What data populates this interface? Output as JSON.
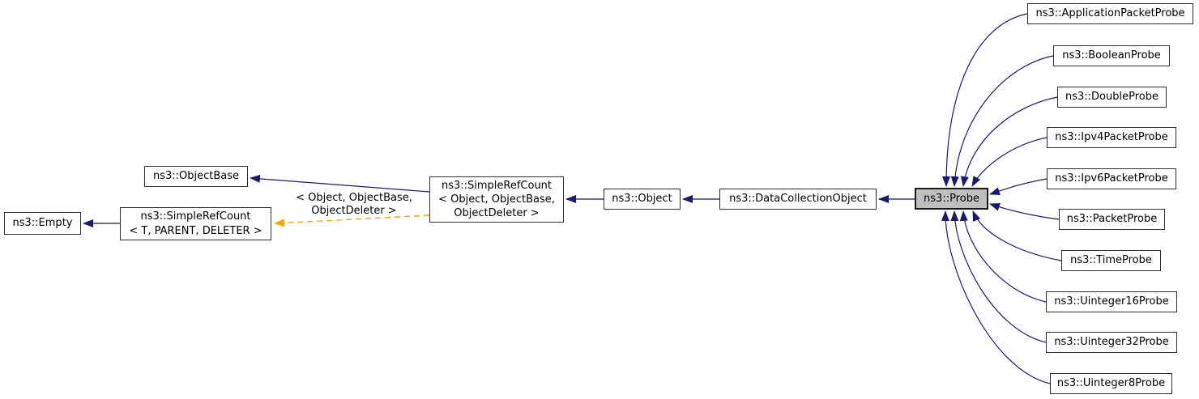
{
  "nodes": {
    "empty": {
      "label": "ns3::Empty"
    },
    "src_template": {
      "label": "ns3::SimpleRefCount\n< T, PARENT, DELETER >"
    },
    "objectbase": {
      "label": "ns3::ObjectBase"
    },
    "src_object": {
      "label": "ns3::SimpleRefCount\n< Object, ObjectBase,\nObjectDeleter >"
    },
    "object": {
      "label": "ns3::Object"
    },
    "datacollectionobject": {
      "label": "ns3::DataCollectionObject"
    },
    "probe": {
      "label": "ns3::Probe"
    },
    "applicationpacketprobe": {
      "label": "ns3::ApplicationPacketProbe"
    },
    "booleanprobe": {
      "label": "ns3::BooleanProbe"
    },
    "doubleprobe": {
      "label": "ns3::DoubleProbe"
    },
    "ipv4packetprobe": {
      "label": "ns3::Ipv4PacketProbe"
    },
    "ipv6packetprobe": {
      "label": "ns3::Ipv6PacketProbe"
    },
    "packetprobe": {
      "label": "ns3::PacketProbe"
    },
    "timeprobe": {
      "label": "ns3::TimeProbe"
    },
    "uinteger16probe": {
      "label": "ns3::Uinteger16Probe"
    },
    "uinteger32probe": {
      "label": "ns3::Uinteger32Probe"
    },
    "uinteger8probe": {
      "label": "ns3::Uinteger8Probe"
    }
  },
  "edge_labels": {
    "template_args": "< Object, ObjectBase,\nObjectDeleter >"
  },
  "colors": {
    "inheritance_edge": "#191970",
    "template_edge": "#ffa500",
    "selected_node_fill": "#bfbfbf",
    "node_fill": "#ffffff",
    "node_border": "#2f2f2f",
    "text": "#000000"
  }
}
